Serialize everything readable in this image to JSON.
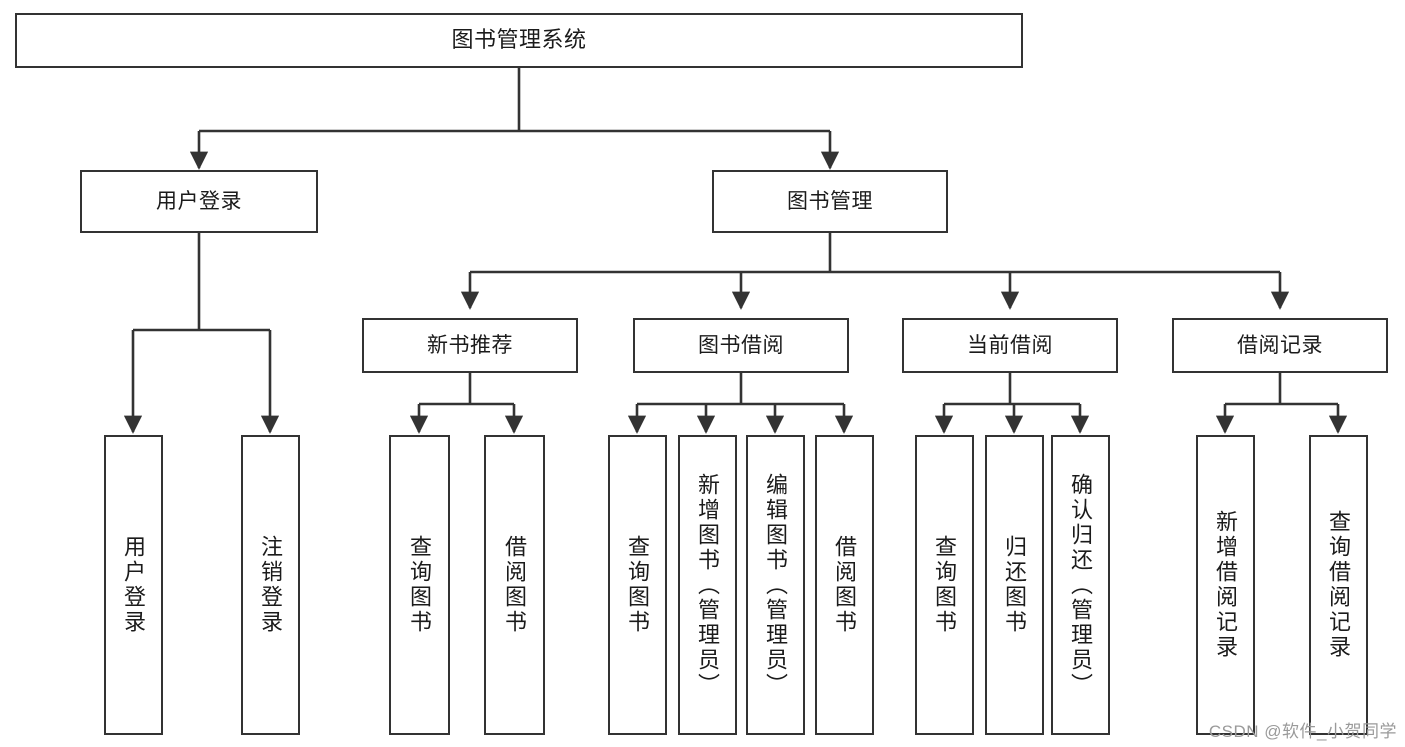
{
  "diagram": {
    "title": "图书管理系统",
    "type": "hierarchy-tree",
    "watermark": "CSDN @软件_小贺同学",
    "colors": {
      "background": "#ffffff",
      "box_border": "#333333",
      "box_fill": "#ffffff",
      "edge": "#333333",
      "text": "#1b1b1b",
      "watermark": "#9a9a9a"
    },
    "nodes": {
      "root": {
        "label": "图书管理系统"
      },
      "level2": [
        {
          "id": "user-login",
          "label": "用户登录"
        },
        {
          "id": "book-manage",
          "label": "图书管理"
        }
      ],
      "level3": [
        {
          "id": "new-book-recommend",
          "label": "新书推荐"
        },
        {
          "id": "book-borrow",
          "label": "图书借阅"
        },
        {
          "id": "current-borrow",
          "label": "当前借阅"
        },
        {
          "id": "borrow-record",
          "label": "借阅记录"
        }
      ],
      "leaves": {
        "user-login": [
          {
            "id": "leaf-user-login",
            "label": "用户登录"
          },
          {
            "id": "leaf-logout-login",
            "label": "注销登录"
          }
        ],
        "new-book-recommend": [
          {
            "id": "leaf-query-book-1",
            "label": "查询图书"
          },
          {
            "id": "leaf-borrow-book-1",
            "label": "借阅图书"
          }
        ],
        "book-borrow": [
          {
            "id": "leaf-query-book-2",
            "label": "查询图书"
          },
          {
            "id": "leaf-add-book",
            "label": "新增图书（管理员）"
          },
          {
            "id": "leaf-edit-book",
            "label": "编辑图书（管理员）"
          },
          {
            "id": "leaf-borrow-book-2",
            "label": "借阅图书"
          }
        ],
        "current-borrow": [
          {
            "id": "leaf-query-book-3",
            "label": "查询图书"
          },
          {
            "id": "leaf-return-book",
            "label": "归还图书"
          },
          {
            "id": "leaf-confirm-return",
            "label": "确认归还（管理员）"
          }
        ],
        "borrow-record": [
          {
            "id": "leaf-add-record",
            "label": "新增借阅记录"
          },
          {
            "id": "leaf-query-record",
            "label": "查询借阅记录"
          }
        ]
      }
    }
  }
}
